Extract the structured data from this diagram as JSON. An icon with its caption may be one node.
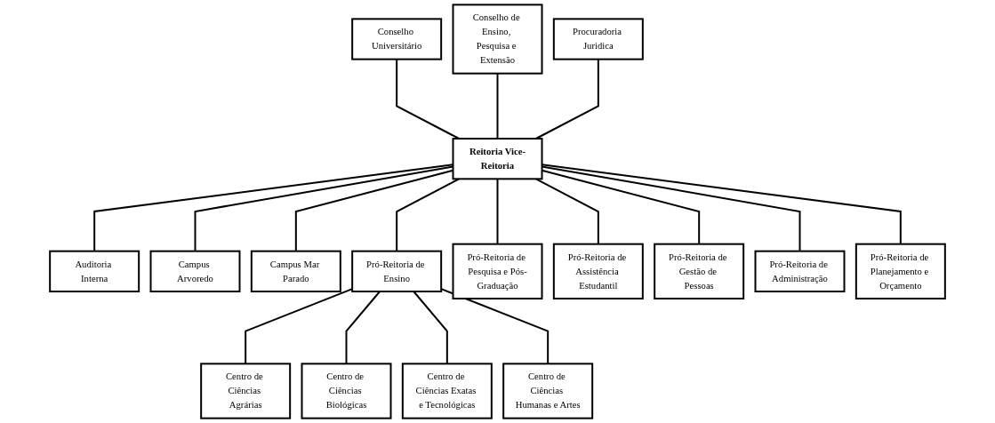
{
  "diagram": {
    "nodes": [
      {
        "text": [
          "Conselho Universitário"
        ]
      },
      {
        "text": [
          "Conselho de Ensino, Pesquisa e Extensão"
        ]
      },
      {
        "text": [
          "Procuradoria Juridica"
        ]
      },
      {
        "text": [
          "Reitoria Vice-Reitoria"
        ]
      },
      {
        "text": [
          "Auditoria Interna"
        ]
      },
      {
        "text": [
          "Campus Arvoredo"
        ]
      },
      {
        "text": [
          "Campus Mar Parado"
        ]
      },
      {
        "text": [
          "Pró-Reitoria de Ensino"
        ]
      },
      {
        "text": [
          "Pró-Reitoria de Pesquisa e Pós-Graduação"
        ]
      },
      {
        "text": [
          "Pró-Reitoria de Assistência Estudantil"
        ]
      },
      {
        "text": [
          "Pró-Reitoria de Gestão de Pessoas"
        ]
      },
      {
        "text": [
          "Pró-Reitoria de Administração"
        ]
      },
      {
        "text": [
          "Pró-Reitoria de Planejamento e Orçamento"
        ]
      },
      {
        "text": [
          "Centro de Ciências Agrárias"
        ]
      },
      {
        "text": [
          "Centro de Ciências Biológicas"
        ]
      },
      {
        "text": [
          "Centro de Ciências Exatas e Tecnológicas"
        ]
      },
      {
        "text": [
          "Centro de Ciências Humanas e Artes"
        ]
      }
    ],
    "edges": [
      {
        "from": 0,
        "to": 3,
        "arrow": "none"
      },
      {
        "from": 1,
        "to": 3,
        "arrow": "none"
      },
      {
        "from": 2,
        "to": 3,
        "arrow": "none"
      },
      {
        "from": 3,
        "to": 4,
        "arrow": "none"
      },
      {
        "from": 3,
        "to": 5,
        "arrow": "none"
      },
      {
        "from": 3,
        "to": 6,
        "arrow": "none"
      },
      {
        "from": 3,
        "to": 7,
        "arrow": "none"
      },
      {
        "from": 3,
        "to": 8,
        "arrow": "none"
      },
      {
        "from": 3,
        "to": 9,
        "arrow": "none"
      },
      {
        "from": 3,
        "to": 10,
        "arrow": "none"
      },
      {
        "from": 3,
        "to": 11,
        "arrow": "none"
      },
      {
        "from": 3,
        "to": 12,
        "arrow": "none"
      },
      {
        "from": 7,
        "to": 13,
        "arrow": "none"
      },
      {
        "from": 7,
        "to": 14,
        "arrow": "none"
      },
      {
        "from": 7,
        "to": 15,
        "arrow": "none"
      },
      {
        "from": 7,
        "to": 16,
        "arrow": "none"
      }
    ]
  }
}
